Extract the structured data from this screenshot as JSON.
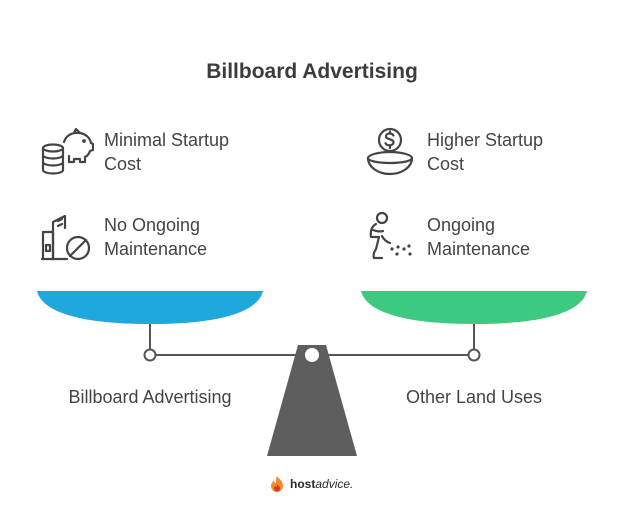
{
  "title": "Billboard Advertising",
  "left": {
    "items": [
      {
        "icon": "piggy-bank-coins-icon",
        "line1": "Minimal Startup",
        "line2": "Cost"
      },
      {
        "icon": "building-no-icon",
        "line1": "No Ongoing",
        "line2": "Maintenance"
      }
    ],
    "pan_label": "Billboard Advertising",
    "pan_color": "#1fa8dc"
  },
  "right": {
    "items": [
      {
        "icon": "dollar-bowl-icon",
        "line1": "Higher Startup",
        "line2": "Cost"
      },
      {
        "icon": "worker-icon",
        "line1": "Ongoing",
        "line2": "Maintenance"
      }
    ],
    "pan_label": "Other Land Uses",
    "pan_color": "#3dc97f"
  },
  "logo": {
    "bold": "host",
    "light": "advice."
  },
  "colors": {
    "beam": "#555555",
    "fulcrum": "#5e5e5e"
  }
}
